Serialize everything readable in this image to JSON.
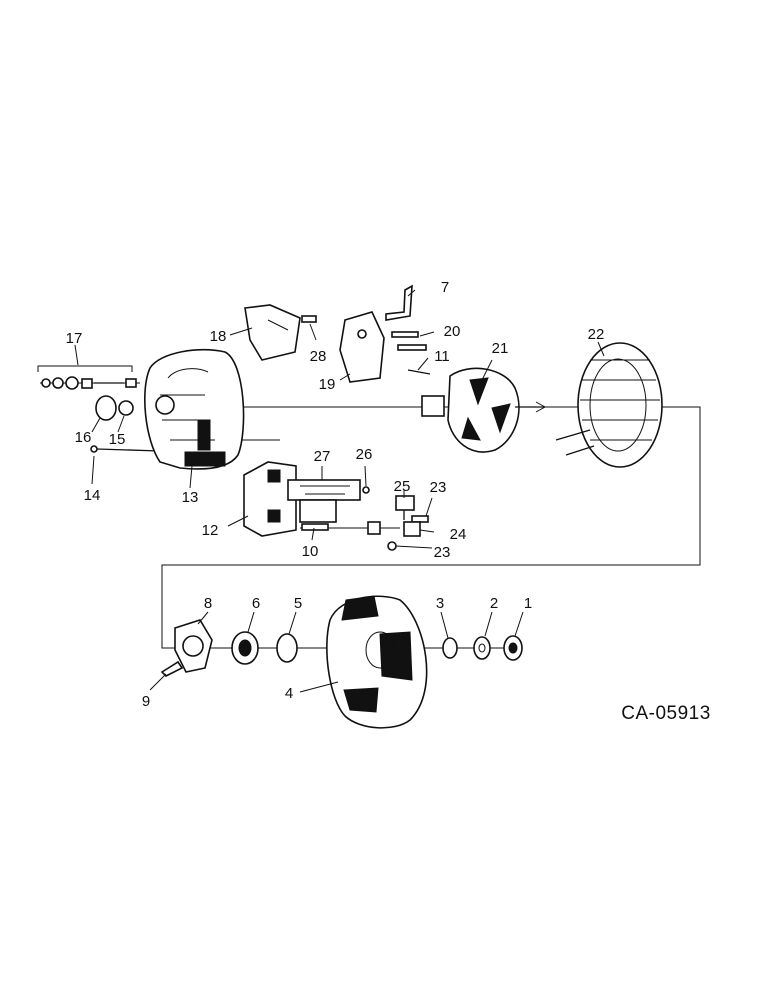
{
  "drawing_code": "CA-05913",
  "callouts": [
    "1",
    "2",
    "3",
    "4",
    "5",
    "6",
    "7",
    "8",
    "9",
    "10",
    "11",
    "12",
    "13",
    "14",
    "15",
    "16",
    "17",
    "18",
    "19",
    "20",
    "21",
    "22",
    "23",
    "24",
    "25",
    "26",
    "27",
    "28",
    "23"
  ]
}
